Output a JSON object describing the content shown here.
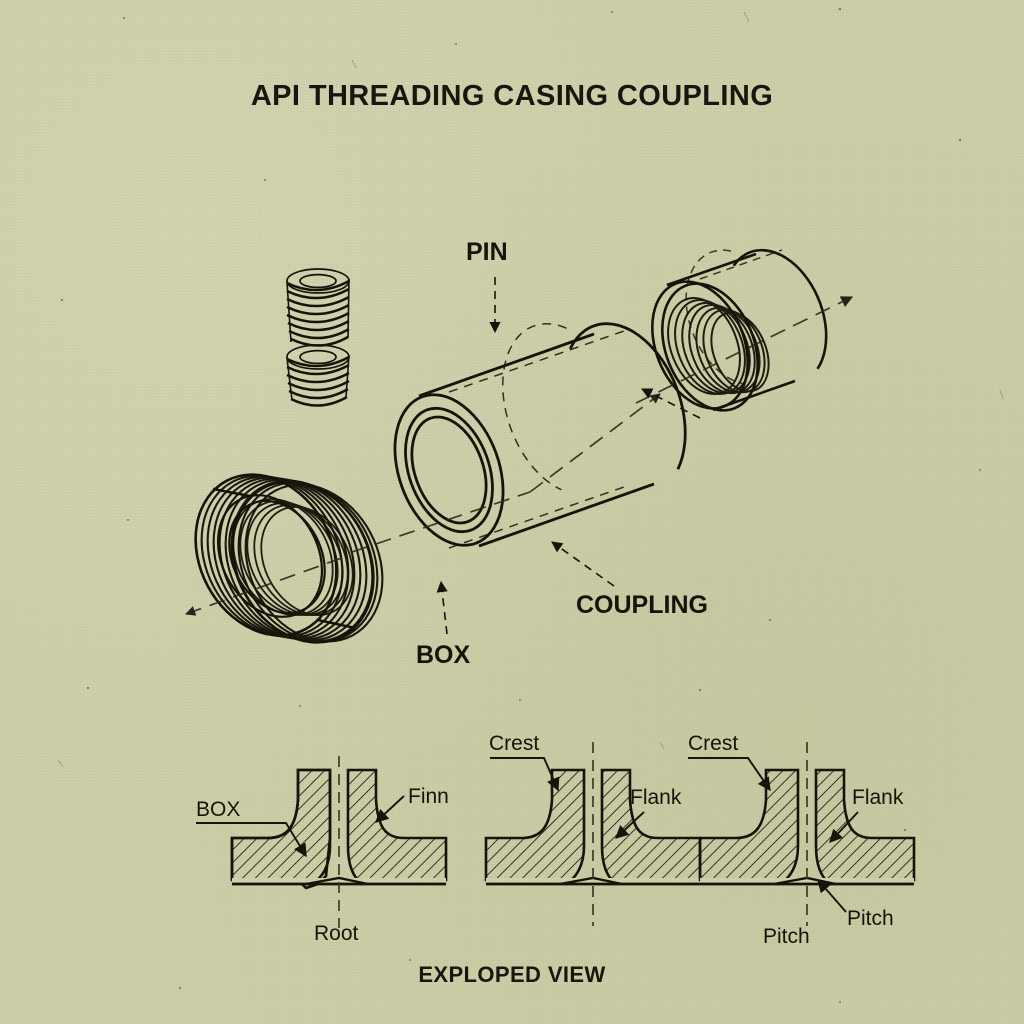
{
  "page": {
    "title": "API THREADING CASING COUPLING",
    "caption": "EXPLOPED VIEW",
    "background_color": "#cdcfa8",
    "ink_color": "#141409"
  },
  "assembly_labels": {
    "pin": "PIN",
    "box": "BOX",
    "coupling": "COUPLING"
  },
  "profiles": [
    {
      "id": "profile-left",
      "labels": {
        "left": "BOX",
        "right": "Finn",
        "bottom": "Root"
      }
    },
    {
      "id": "profile-middle",
      "labels": {
        "left": "Crest",
        "right": "Flank"
      }
    },
    {
      "id": "profile-right",
      "labels": {
        "left": "Crest",
        "right": "Flank",
        "bottom_center": "Pitch",
        "bottom_right": "Pitch"
      }
    }
  ]
}
